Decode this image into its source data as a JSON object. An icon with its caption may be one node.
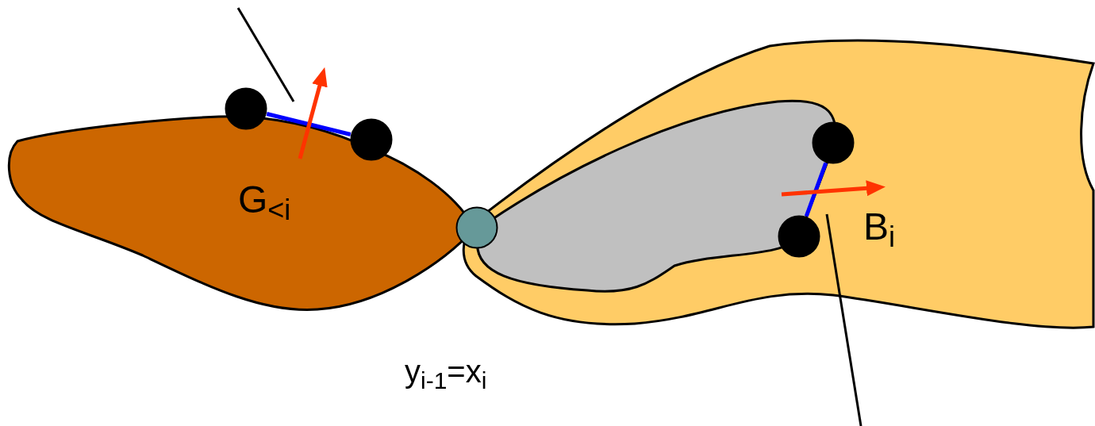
{
  "diagram": {
    "nodes": [
      {
        "text": [
          "G$_{<i}$"
        ]
      },
      {
        "text": [
          "B$_{i}$"
        ]
      },
      {
        "text": [],
        "shape": "blob",
        "in": 1
      },
      {
        "text": [],
        "shape": "circle"
      },
      {
        "text": [],
        "shape": "circle"
      },
      {
        "text": [],
        "shape": "circle"
      },
      {
        "text": [],
        "shape": "circle",
        "in": 1
      },
      {
        "text": [],
        "shape": "circle",
        "in": 1
      }
    ],
    "edges": [
      {
        "from": 4,
        "to": 5,
        "arrow": "none"
      },
      {
        "from": 6,
        "to": 7,
        "arrow": "none"
      }
    ],
    "labels": [
      "y$_{i-1}$=x$_{i}$"
    ]
  }
}
